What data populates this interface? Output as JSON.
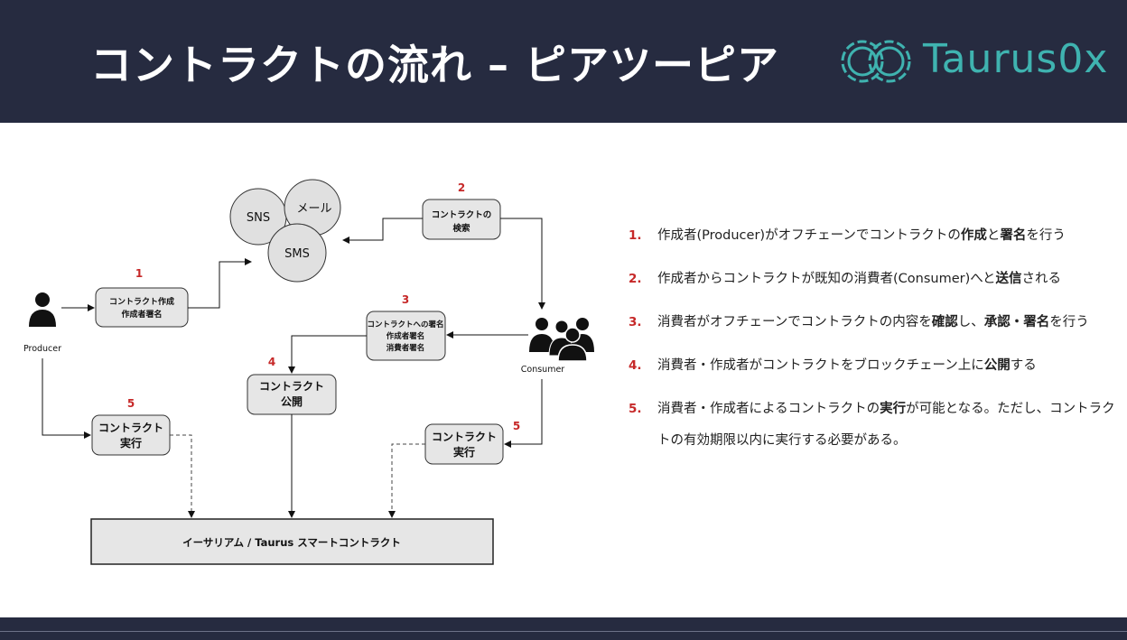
{
  "header": {
    "title": "コントラクトの流れ – ピアツーピア",
    "logo_text": "Taurus0x"
  },
  "diagram": {
    "bubbles": {
      "sns": "SNS",
      "mail": "メール",
      "sms": "SMS"
    },
    "producer_label": "Producer",
    "consumer_label": "Consumer",
    "step1": {
      "num": "1",
      "line1": "コントラクト作成",
      "line2": "作成者署名"
    },
    "step2": {
      "num": "2",
      "line1": "コントラクトの",
      "line2": "検索"
    },
    "step3": {
      "num": "3",
      "line1": "コントラクトへの署名",
      "line2": "作成者署名",
      "line3": "消費者署名"
    },
    "step4": {
      "num": "4",
      "line1": "コントラクト",
      "line2": "公開"
    },
    "step5_left": {
      "num": "5",
      "line1": "コントラクト",
      "line2": "実行"
    },
    "step5_right": {
      "num": "5",
      "line1": "コントラクト",
      "line2": "実行"
    },
    "blockchain": "イーサリアム / Taurus スマートコントラクト"
  },
  "steps": [
    {
      "num": "1.",
      "pre": "作成者(Producer)がオフチェーンでコントラクトの",
      "b1": "作成",
      "mid": "と",
      "b2": "署名",
      "post": "を行う"
    },
    {
      "num": "2.",
      "pre": "作成者からコントラクトが既知の消費者(Consumer)へと",
      "b1": "送信",
      "mid": "される",
      "b2": "",
      "post": ""
    },
    {
      "num": "3.",
      "pre": "消費者がオフチェーンでコントラクトの内容を",
      "b1": "確認",
      "mid": "し、",
      "b2": "承認・署名",
      "post": "を行う"
    },
    {
      "num": "4.",
      "pre": "消費者・作成者がコントラクトをブロックチェーン上に",
      "b1": "公開",
      "mid": "する",
      "b2": "",
      "post": ""
    },
    {
      "num": "5.",
      "pre": "消費者・作成者によるコントラクトの",
      "b1": "実行",
      "mid": "が可能となる。ただし、コントラクトの有効期限以内に実行する必要がある。",
      "b2": "",
      "post": ""
    }
  ],
  "colors": {
    "header_bg": "#262b40",
    "accent_red": "#c62828",
    "logo_teal": "#3fb3b0",
    "box_fill": "#e6e6e6"
  }
}
